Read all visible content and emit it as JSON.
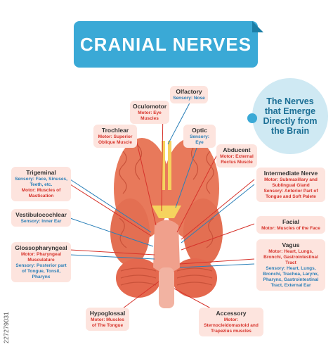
{
  "title": "CRANIAL NERVES",
  "subtitle": "The Nerves\nthat Emerge\nDirectly from\nthe Brain",
  "watermark": "227279031",
  "colors": {
    "banner": "#3aa9d6",
    "label_bg": "#fde4de",
    "sensory": "#2a7fb8",
    "motor": "#d6332b",
    "brain": "#e8795b"
  },
  "nerves": {
    "olfactory": {
      "name": "Olfactory",
      "sensory": "Sensory: Nose"
    },
    "oculomotor": {
      "name": "Oculomotor",
      "motor": "Motor: Eye Muscles"
    },
    "trochlear": {
      "name": "Trochlear",
      "motor": "Motor: Superior Oblique Muscle"
    },
    "optic": {
      "name": "Optic",
      "sensory": "Sensory: Eye"
    },
    "abducent": {
      "name": "Abducent",
      "motor": "Motor: External Rectus Muscle"
    },
    "trigeminal": {
      "name": "Trigeminal",
      "sensory": "Sensory: Face, Sinuses, Teeth, etc.",
      "motor": "Motor: Muscles of Mastication"
    },
    "intermediate": {
      "name": "Intermediate Nerve",
      "motor": "Motor: Submaxillary and Sublingual Gland",
      "sensory": "Sensory: Anterior Part of Tongue and Soft Palete"
    },
    "vestibulocochlear": {
      "name": "Vestibulocochlear",
      "sensory": "Sensory: Inner Ear"
    },
    "facial": {
      "name": "Facial",
      "motor": "Motor: Muscles of the Face"
    },
    "glossopharyngeal": {
      "name": "Glossopharyngeal",
      "motor": "Motor: Pharyngeal Musculature",
      "sensory": "Sensory: Posterior part of Tongue, Tonsil, Pharynx"
    },
    "vagus": {
      "name": "Vagus",
      "motor": "Motor: Heart, Lungs, Bronchi, Gastrointestinal Tract",
      "sensory": "Sensory: Heart, Lungs, Bronchi, Trachea, Larynx, Pharynx, Gastrointestinal Tract, External Ear"
    },
    "hypoglossal": {
      "name": "Hypoglossal",
      "motor": "Motor: Muscles of The Tongue"
    },
    "accessory": {
      "name": "Accessory",
      "motor": "Motor: Sternocleidomastoid and Trapezius muscles"
    }
  }
}
